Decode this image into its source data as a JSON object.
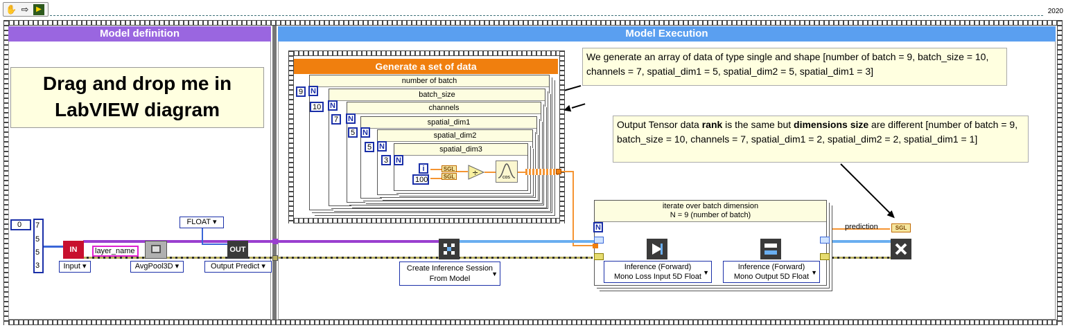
{
  "toolbar": {
    "icons": [
      "hand-icon",
      "step-arrow-icon",
      "labview-vi-icon"
    ]
  },
  "version": "2020",
  "frames": {
    "definition": {
      "title": "Model definition"
    },
    "execution": {
      "title": "Model Execution"
    }
  },
  "drag_note": {
    "line1": "Drag and drop me in",
    "line2": "LabVIEW diagram"
  },
  "generate": {
    "title": "Generate a set of data",
    "loops": [
      {
        "label": "number of batch",
        "n": "9"
      },
      {
        "label": "batch_size",
        "n": "10"
      },
      {
        "label": "channels",
        "n": "7"
      },
      {
        "label": "spatial_dim1",
        "n": "5"
      },
      {
        "label": "spatial_dim2",
        "n": "5"
      },
      {
        "label": "spatial_dim3",
        "n": "3"
      }
    ],
    "n_symbol": "N",
    "i_symbol": "i",
    "const_100": "100",
    "sgl": "SGL",
    "cos": "cos"
  },
  "comment1": "We generate an array of data of type single and shape [number of batch = 9, batch_size = 10, channels = 7, spatial_dim1 = 5, spatial_dim2 = 5, spatial_dim1 = 3]",
  "comment2": {
    "pre": "Output Tensor data ",
    "b1": "rank",
    "mid": " is the same but ",
    "b2": "dimensions size",
    "post": " are different [number of batch = 9, batch_size = 10, channels = 7, spatial_dim1 = 2, spatial_dim2 = 2, spatial_dim1 = 1]"
  },
  "array_const": {
    "index": "0",
    "values": [
      "7",
      "5",
      "5",
      "3"
    ]
  },
  "nodes": {
    "input_vi": "IN",
    "input_select": "Input",
    "layer_name": "layer_name",
    "avgpool_select": "AvgPool3D",
    "float_select": "FLOAT",
    "out_vi": "OUT",
    "output_select": "Output Predict",
    "session": "Create Inference Session From Model",
    "session_line1": "Create Inference Session",
    "session_line2": "From Model",
    "iterate_line1": "iterate over batch dimension",
    "iterate_line2": "N = 9 (number of batch)",
    "inference1_line1": "Inference (Forward)",
    "inference1_line2": "Mono Loss Input 5D Float",
    "inference2_line1": "Inference (Forward)",
    "inference2_line2": "Mono Output 5D Float",
    "prediction": "prediction",
    "prediction_type": "SGL"
  }
}
